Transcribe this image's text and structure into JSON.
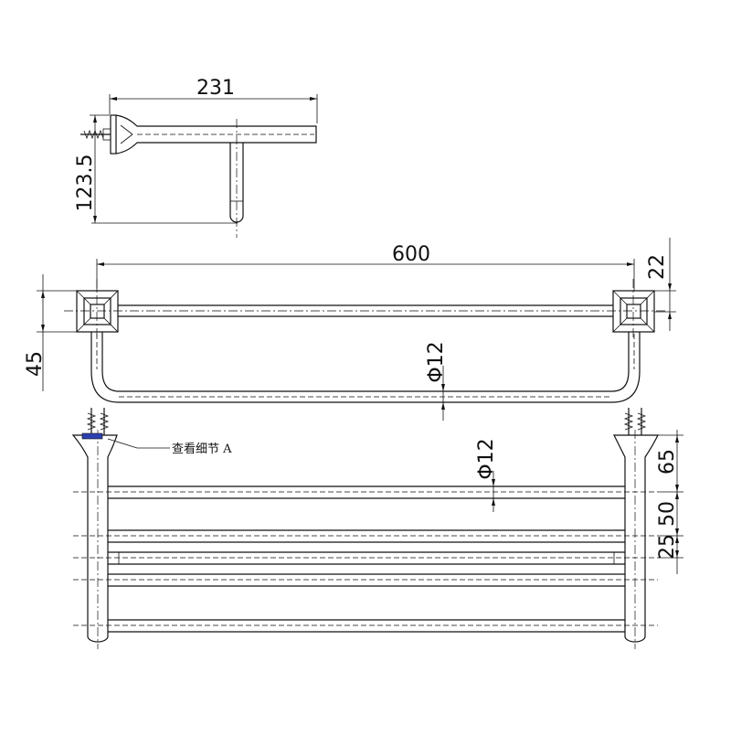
{
  "dimensions": {
    "depth": "231",
    "height_side": "123.5",
    "length": "600",
    "bracket_offset": "22",
    "front_drop": "45",
    "tube_diameter_top": "Φ12",
    "tube_diameter_shelf": "Φ12",
    "spacing_top": "65",
    "spacing_middle": "50",
    "spacing_bottom": "25"
  },
  "callout": {
    "detail_note": "查看细节 A"
  },
  "colors": {
    "line": "#111111",
    "detail_marker": "#2b3fb0"
  }
}
